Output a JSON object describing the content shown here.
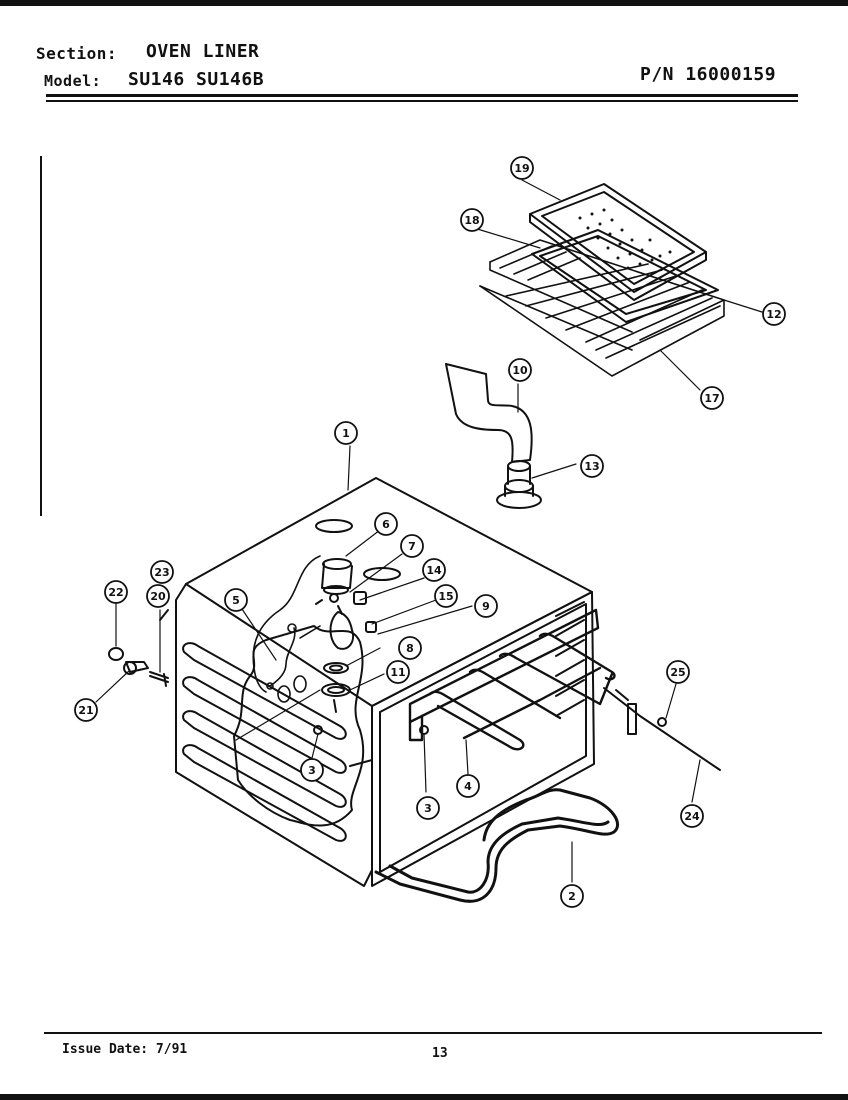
{
  "header": {
    "section_label": "Section:",
    "section_value": "OVEN LINER",
    "model_label": "Model:",
    "model_value": "SU146  SU146B",
    "part_number": "P/N 16000159"
  },
  "footer": {
    "issue_date": "Issue Date: 7/91",
    "page_number": "13"
  },
  "callouts": [
    {
      "id": "c1",
      "label": "1"
    },
    {
      "id": "c2",
      "label": "2"
    },
    {
      "id": "c3a",
      "label": "3"
    },
    {
      "id": "c3b",
      "label": "3"
    },
    {
      "id": "c4",
      "label": "4"
    },
    {
      "id": "c5",
      "label": "5"
    },
    {
      "id": "c6",
      "label": "6"
    },
    {
      "id": "c7",
      "label": "7"
    },
    {
      "id": "c8",
      "label": "8"
    },
    {
      "id": "c9",
      "label": "9"
    },
    {
      "id": "c10",
      "label": "10"
    },
    {
      "id": "c11",
      "label": "11"
    },
    {
      "id": "c12",
      "label": "12"
    },
    {
      "id": "c13",
      "label": "13"
    },
    {
      "id": "c14",
      "label": "14"
    },
    {
      "id": "c15",
      "label": "15"
    },
    {
      "id": "c17",
      "label": "17"
    },
    {
      "id": "c18",
      "label": "18"
    },
    {
      "id": "c19",
      "label": "19"
    },
    {
      "id": "c20",
      "label": "20"
    },
    {
      "id": "c21",
      "label": "21"
    },
    {
      "id": "c22",
      "label": "22"
    },
    {
      "id": "c23",
      "label": "23"
    },
    {
      "id": "c24",
      "label": "24"
    },
    {
      "id": "c25",
      "label": "25"
    }
  ]
}
